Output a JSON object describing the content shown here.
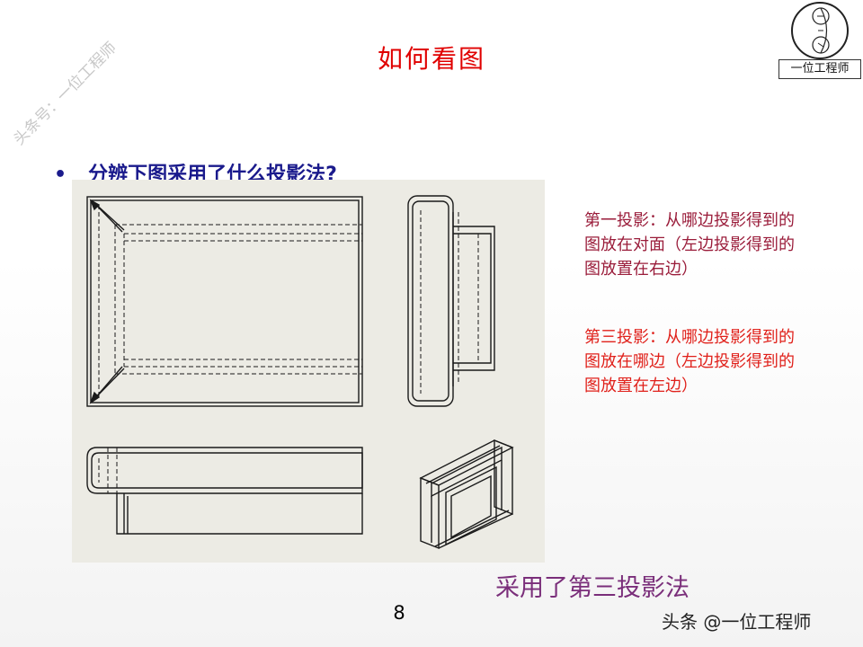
{
  "slide": {
    "title": "如何看图",
    "question": "分辨下图采用了什么投影法?",
    "bullet": "•",
    "page_number": "8"
  },
  "watermark": {
    "diagonal": "头条号：一位工程师",
    "footer": "头条 @一位工程师"
  },
  "logo": {
    "label": "一位工程师"
  },
  "notes": {
    "first_angle": "第一投影：从哪边投影得到的图放在对面（左边投影得到的图放置在右边）",
    "third_angle": "第三投影：从哪边投影得到的图放在哪边（左边投影得到的图放置在左边）"
  },
  "answer": "采用了第三投影法",
  "colors": {
    "title": "#e00000",
    "question": "#1a1a8c",
    "note_first": "#9a1c3a",
    "note_third": "#e0201a",
    "answer": "#7a2e7a",
    "panel": "#ecebe4"
  }
}
